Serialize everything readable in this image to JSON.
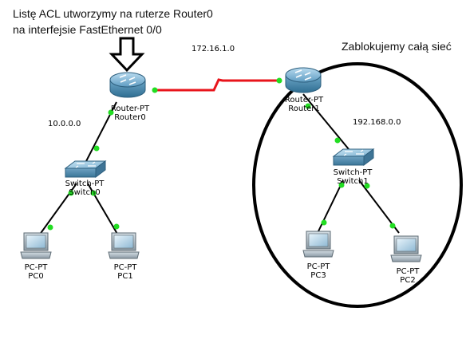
{
  "annotations": {
    "acl_note_line1": "Listę ACL utworzymy na ruterze Router0",
    "acl_note_line2": "na interfejsie FastEthernet 0/0",
    "block_note": "Zablokujemy całą sieć"
  },
  "networks": {
    "wan": "172.16.1.0",
    "lan0": "10.0.0.0",
    "lan1": "192.168.0.0"
  },
  "devices": {
    "router0": {
      "type": "Router-PT",
      "name": "Router0"
    },
    "router1": {
      "type": "Router-PT",
      "name": "Router1"
    },
    "switch0": {
      "type": "Switch-PT",
      "name": "Switch0"
    },
    "switch1": {
      "type": "Switch-PT",
      "name": "Switch1"
    },
    "pc0": {
      "type": "PC-PT",
      "name": "PC0"
    },
    "pc1": {
      "type": "PC-PT",
      "name": "PC1"
    },
    "pc3": {
      "type": "PC-PT",
      "name": "PC3"
    },
    "pc2": {
      "type": "PC-PT",
      "name": "PC2"
    }
  },
  "colors": {
    "link_ethernet": "#000000",
    "link_serial": "#e8141b",
    "port_up": "#22dd22",
    "highlight_ellipse": "#000000"
  }
}
